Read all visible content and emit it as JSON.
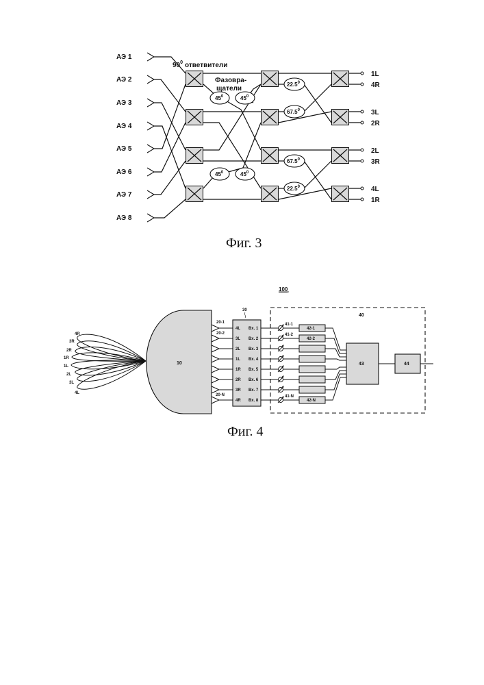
{
  "fig3": {
    "antenna_labels": [
      "АЭ 1",
      "АЭ 2",
      "АЭ 3",
      "АЭ 4",
      "АЭ 5",
      "АЭ 6",
      "АЭ 7",
      "АЭ 8"
    ],
    "coupler_label_num": "90",
    "coupler_label_sup": "0",
    "coupler_label_text": "ответвители",
    "phase_label_line1": "Фазовра-",
    "phase_label_line2": "щатели",
    "phase_shift_45": "45",
    "phase_22": "22.5",
    "phase_67": "67.5",
    "deg": "0",
    "outputs": [
      "1L",
      "4R",
      "3L",
      "2R",
      "2L",
      "3R",
      "4L",
      "1R"
    ],
    "caption": "Фиг. 3"
  },
  "fig4": {
    "system_label": "100",
    "dashed_block_label": "40",
    "beam_labels": [
      "4R",
      "3R",
      "2R",
      "1R",
      "1L",
      "2L",
      "3L",
      "4L"
    ],
    "dish_label": "10",
    "bfn_label": "30",
    "feed_labels": [
      "20-1",
      "20-2",
      "20-N"
    ],
    "bfn_outputs": [
      "4L",
      "3L",
      "2L",
      "1L",
      "1R",
      "2R",
      "3R",
      "4R"
    ],
    "inputs": [
      "Вх. 1",
      "Вх. 2",
      "Вх. 3",
      "Вх. 4",
      "Вх. 5",
      "Вх. 6",
      "Вх. 7",
      "Вх. 8"
    ],
    "attenuator_labels": [
      "41-1",
      "41-2",
      "41-N"
    ],
    "module_labels": [
      "42-1",
      "42-2",
      "42-N"
    ],
    "combiner_label": "43",
    "processor_label": "44",
    "caption": "Фиг. 4"
  }
}
